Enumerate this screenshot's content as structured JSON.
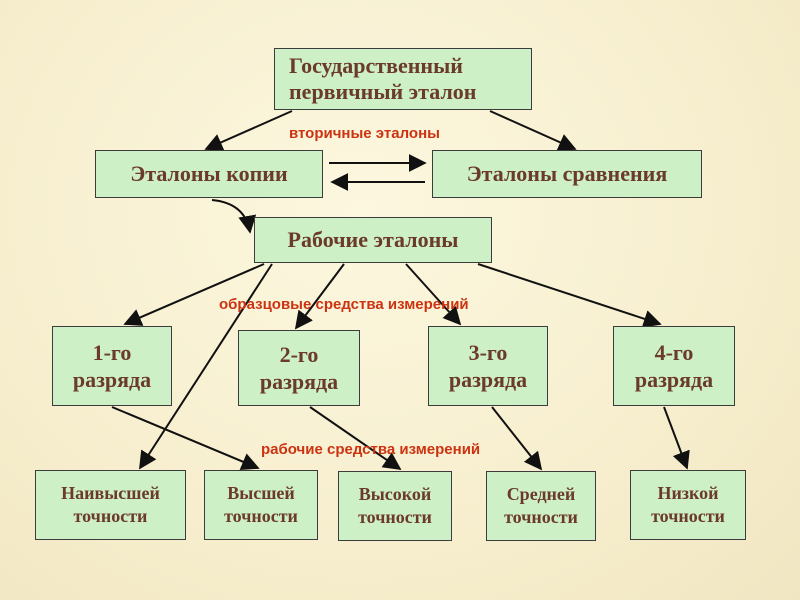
{
  "boxes": {
    "primary": "Государственный\nпервичный эталон",
    "copies": "Эталоны копии",
    "compare": "Эталоны сравнения",
    "working": "Рабочие эталоны",
    "rank1": "1-го\nразряда",
    "rank2": "2-го\nразряда",
    "rank3": "3-го\nразряда",
    "rank4": "4-го\nразряда",
    "acc1": "Наивысшей\nточности",
    "acc2": "Высшей\nточности",
    "acc3": "Высокой\nточности",
    "acc4": "Средней\nточности",
    "acc5": "Низкой\nточности"
  },
  "labels": {
    "secondary": "вторичные эталоны",
    "exemplary": "образцовые средства измерений",
    "working_means": "рабочие средства измерений"
  },
  "colors": {
    "box_fill": "#cdf0c6",
    "box_text": "#6b3a2a",
    "label_text": "#cc3311",
    "line": "#111111"
  }
}
